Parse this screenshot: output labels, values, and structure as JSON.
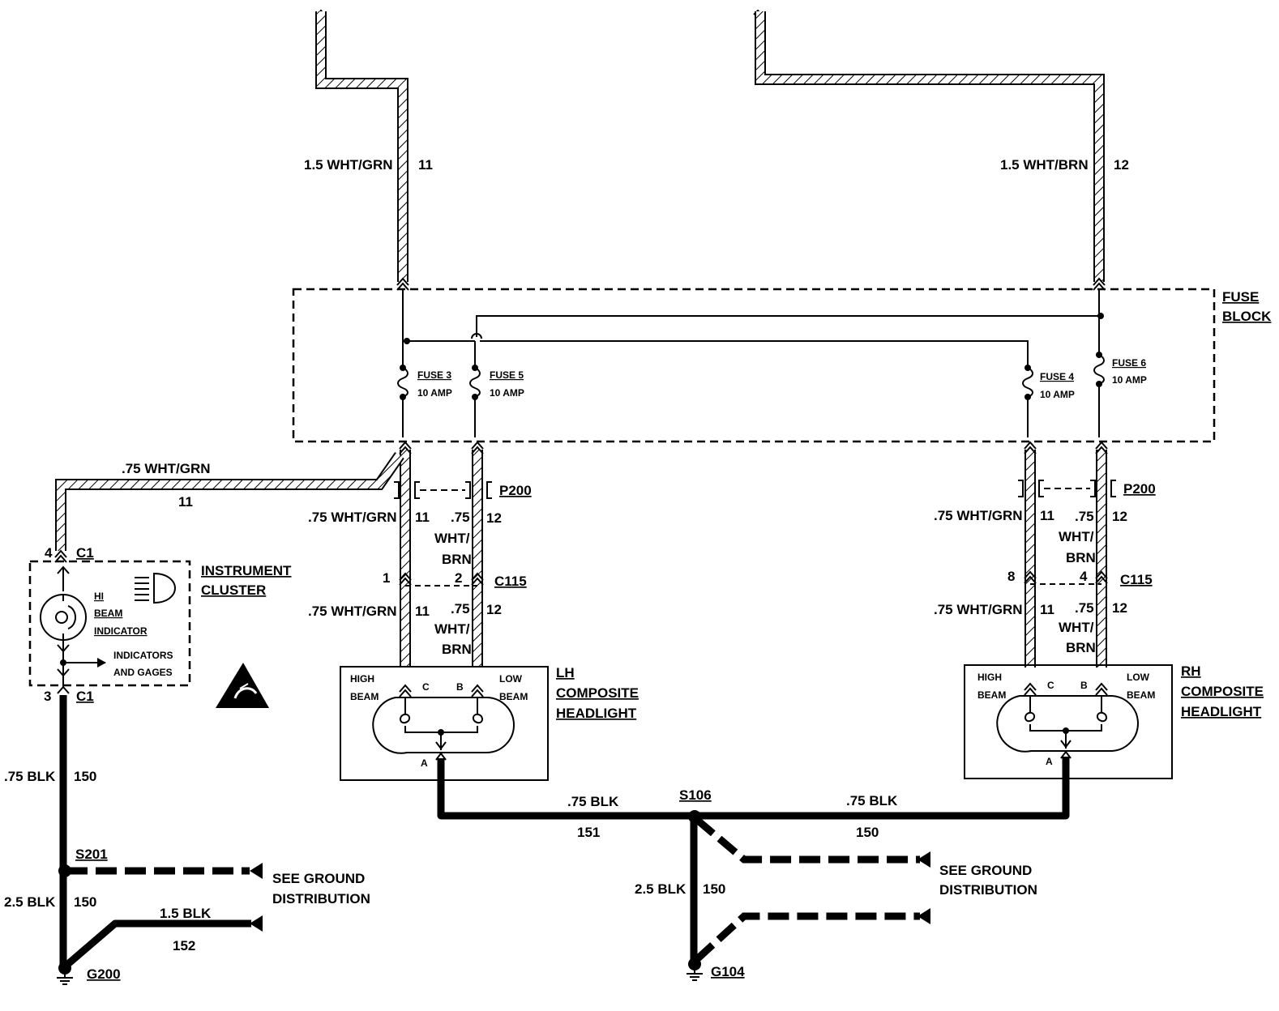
{
  "upper_wires": {
    "left_size": "1.5 WHT/GRN",
    "left_circuit": "11",
    "right_size": "1.5 WHT/BRN",
    "right_circuit": "12"
  },
  "fuse_block": {
    "title_line1": "FUSE",
    "title_line2": "BLOCK",
    "fuses": [
      {
        "name": "FUSE 3",
        "rating": "10 AMP"
      },
      {
        "name": "FUSE 5",
        "rating": "10 AMP"
      },
      {
        "name": "FUSE 4",
        "rating": "10 AMP"
      },
      {
        "name": "FUSE 6",
        "rating": "10 AMP"
      }
    ]
  },
  "cluster_feed": {
    "size": ".75 WHT/GRN",
    "circuit": "11"
  },
  "connectors": {
    "p200": "P200",
    "c115": "C115",
    "c1": "C1"
  },
  "pins": {
    "c1_top": "4",
    "c1_bottom": "3",
    "lh_c115_a": "1",
    "lh_c115_b": "2",
    "rh_c115_a": "8",
    "rh_c115_b": "4"
  },
  "branch_wires": {
    "wht_grn": ".75 WHT/GRN",
    "wht_grn_circuit": "11",
    "wht_brn_1": ".75",
    "wht_brn_2": "WHT/",
    "wht_brn_3": "BRN",
    "wht_brn_circuit": "12"
  },
  "instrument_cluster": {
    "title_1": "INSTRUMENT",
    "title_2": "CLUSTER",
    "indicator_1": "HI",
    "indicator_2": "BEAM",
    "indicator_3": "INDICATOR",
    "gages_1": "INDICATORS",
    "gages_2": "AND GAGES"
  },
  "lh_headlight": {
    "high_1": "HIGH",
    "high_2": "BEAM",
    "low_1": "LOW",
    "low_2": "BEAM",
    "pin_c": "C",
    "pin_b": "B",
    "pin_a": "A",
    "title_1": "LH",
    "title_2": "COMPOSITE",
    "title_3": "HEADLIGHT"
  },
  "rh_headlight": {
    "high_1": "HIGH",
    "high_2": "BEAM",
    "low_1": "LOW",
    "low_2": "BEAM",
    "pin_c": "C",
    "pin_b": "B",
    "pin_a": "A",
    "title_1": "RH",
    "title_2": "COMPOSITE",
    "title_3": "HEADLIGHT"
  },
  "ground_left": {
    "blk_75": ".75 BLK",
    "c150": "150",
    "splice": "S201",
    "see_1": "SEE GROUND",
    "see_2": "DISTRIBUTION",
    "blk_25": "2.5 BLK",
    "c150b": "150",
    "blk_15": "1.5 BLK",
    "c152": "152",
    "ground": "G200"
  },
  "ground_right": {
    "blk_75_left": ".75 BLK",
    "c151": "151",
    "splice": "S106",
    "blk_75_right": ".75 BLK",
    "c150": "150",
    "see_1": "SEE GROUND",
    "see_2": "DISTRIBUTION",
    "blk_25": "2.5 BLK",
    "c150b": "150",
    "ground": "G104"
  }
}
